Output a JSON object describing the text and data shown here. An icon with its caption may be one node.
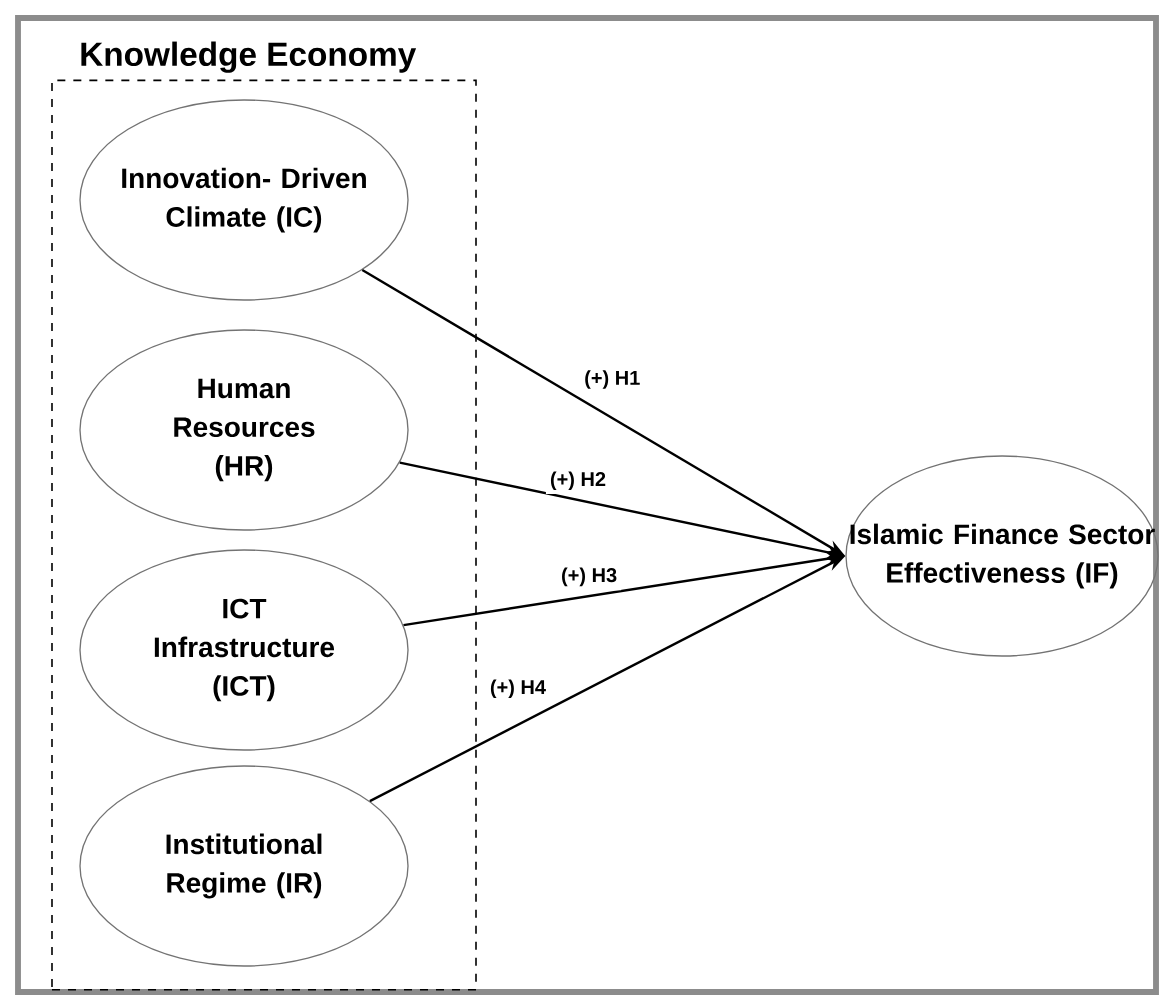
{
  "diagram": {
    "nodes": [
      {
        "text": [
          "Knowledge Economy"
        ]
      },
      {
        "text": [
          "Innovation- Driven Climate (IC)"
        ],
        "in": 0
      },
      {
        "text": [
          "Human Resources (HR)"
        ],
        "in": 0
      },
      {
        "text": [
          "ICT Infrastructure (ICT)"
        ],
        "in": 0
      },
      {
        "text": [
          "Institutional Regime (IR)"
        ],
        "in": 0
      },
      {
        "text": [
          "Islamic Finance Sector Effectiveness (IF)"
        ]
      }
    ],
    "edges": [
      {
        "from": 1,
        "to": 5,
        "arrow": "to",
        "label": "(+) H1"
      },
      {
        "from": 2,
        "to": 5,
        "arrow": "to",
        "label": "(+) H2"
      },
      {
        "from": 3,
        "to": 5,
        "arrow": "to",
        "label": "(+) H3"
      },
      {
        "from": 4,
        "to": 5,
        "arrow": "to",
        "label": "(+) H4"
      }
    ]
  }
}
